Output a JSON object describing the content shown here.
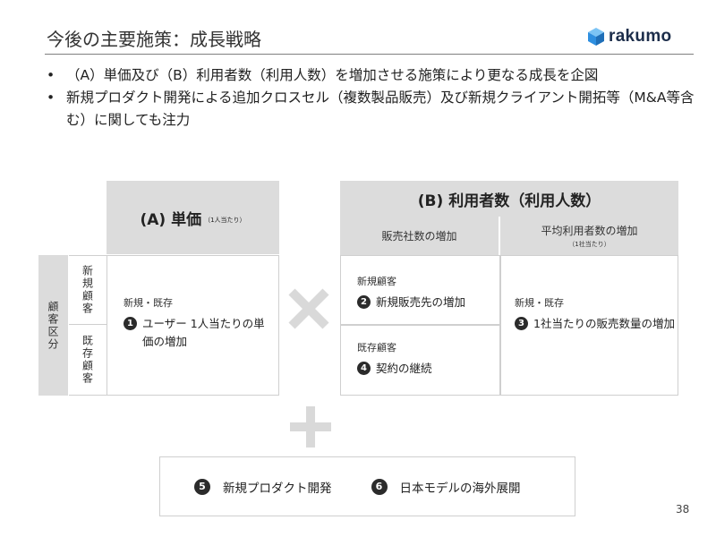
{
  "header": {
    "title": "今後の主要施策：成長戦略",
    "logo_text": "rakumo"
  },
  "bullets": [
    "（A）単価及び（B）利用者数（利用人数）を増加させる施策により更なる成長を企図",
    "新規プロダクト開発による追加クロスセル（複数製品販売）及び新規クライアント開拓等（M&A等含む）に関しても注力"
  ],
  "matrix": {
    "a_header": {
      "title": "(A) 単価",
      "note": "（1人当たり）"
    },
    "b_header": {
      "title": "(B) 利用者数（利用人数）"
    },
    "b_sub1": "販売社数の増加",
    "b_sub2": {
      "title": "平均利用者数の増加",
      "note": "（1社当たり）"
    },
    "row_group_label": "顧客区分",
    "row_new": "新規顧客",
    "row_existing": "既存顧客",
    "cell_a": {
      "category": "新規・既存",
      "num": "1",
      "text": "ユーザー 1人当たりの単価の増加"
    },
    "cell_b1": {
      "category": "新規顧客",
      "num": "2",
      "text": "新規販売先の増加"
    },
    "cell_b2": {
      "category": "既存顧客",
      "num": "4",
      "text": "契約の継続"
    },
    "cell_b3": {
      "category": "新規・既存",
      "num": "3",
      "text": "1社当たりの販売数量の増加"
    }
  },
  "operators": {
    "times_icon": "times-icon",
    "plus_icon": "plus-icon",
    "color": "#d9d9d9"
  },
  "bottom": [
    {
      "num": "5",
      "text": "新規プロダクト開発"
    },
    {
      "num": "6",
      "text": "日本モデルの海外展開"
    }
  ],
  "page_number": "38",
  "colors": {
    "header_gray": "#dcdcdc",
    "logo_blue": "#2e8fe0",
    "logo_text": "#1c2d4a",
    "badge": "#2b2b2b"
  }
}
